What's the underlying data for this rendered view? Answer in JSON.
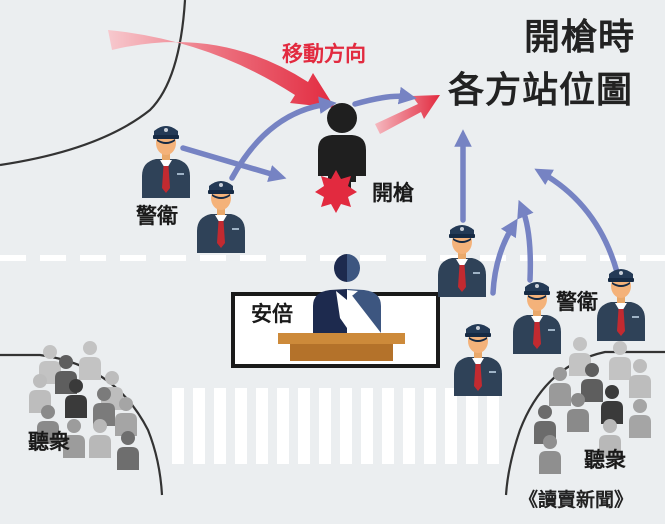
{
  "title_line1": "開槍時",
  "title_line2": "各方站位圖",
  "movement_label": "移動方向",
  "shooter_label": "開槍",
  "abe_label": "安倍",
  "guards_label_left": "警衛",
  "guards_label_right": "警衛",
  "audience_label_left": "聽衆",
  "audience_label_right": "聽衆",
  "source": "《讀賣新聞》",
  "colors": {
    "background": "#ebeef0",
    "movement_arrow": "#e22a3f",
    "guard_arrows": "#7683c3",
    "guard_uniform": "#2f4258",
    "guard_tie": "#c22a30",
    "podium": "#b4722a",
    "shooter": "#1f1f1f",
    "muzzle_flash": "#e22a3f",
    "audience": "#8a8a8a"
  }
}
